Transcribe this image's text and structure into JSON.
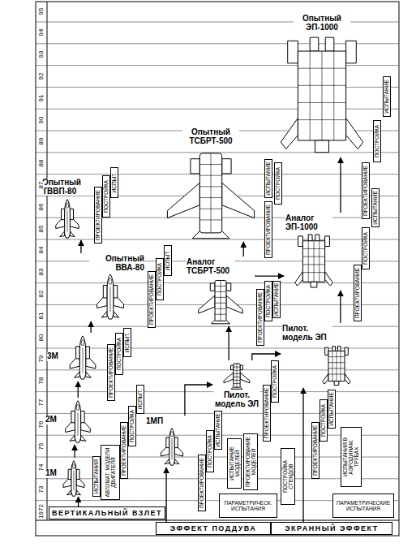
{
  "diagram": {
    "nodes": [
      {
        "text": [
          "Опытный ЭП-1000"
        ]
      },
      {
        "text": [
          "Опытный ТСБРТ-500"
        ]
      },
      {
        "text": [
          "Опытный ТВВП-80"
        ]
      },
      {
        "text": [
          "Аналог ЭП-1000"
        ]
      },
      {
        "text": [
          "Опытный ВВА-80"
        ]
      },
      {
        "text": [
          "Аналог ТСБРТ-500"
        ]
      },
      {
        "text": [
          "Пилот. модель ЭП"
        ]
      },
      {
        "text": [
          "3М"
        ]
      },
      {
        "text": [
          "Пилот. модель ЭЛ"
        ]
      },
      {
        "text": [
          "2М"
        ]
      },
      {
        "text": [
          "1МП"
        ]
      },
      {
        "text": [
          "1М"
        ]
      },
      {
        "text": [
          "ИСПЫТАНИЕ"
        ]
      },
      {
        "text": [
          "ПОСТРОЙКА"
        ]
      },
      {
        "text": [
          "ПРОЕКТИРОВАНИЕ"
        ]
      },
      {
        "text": [
          "ИСПЫТАНИЕ"
        ]
      },
      {
        "text": [
          "ПОСТРОЙКА"
        ]
      },
      {
        "text": [
          "ПРОЕКТИРОВАНИЕ"
        ]
      },
      {
        "text": [
          "ИСПЫТ."
        ]
      },
      {
        "text": [
          "ПОСТРОЙКА"
        ]
      },
      {
        "text": [
          "ПРОЕКТИРОВАНИЕ"
        ]
      },
      {
        "text": [
          "ИСПЫТАНИЕ"
        ]
      },
      {
        "text": [
          "ПОСТРОЙКА"
        ]
      },
      {
        "text": [
          "ПРОЕКТИРОВАНИЕ"
        ]
      },
      {
        "text": [
          "ИСПЫТ."
        ]
      },
      {
        "text": [
          "ПОСТРОЙКА"
        ]
      },
      {
        "text": [
          "ПРОЕКТИРОВАНИЕ"
        ]
      },
      {
        "text": [
          "ИСПЫТАНИЕ"
        ]
      },
      {
        "text": [
          "ПОСТРОЙКА"
        ]
      },
      {
        "text": [
          "ПРОЕКТИРОВАНИЕ"
        ]
      },
      {
        "text": [
          "ИСПЫТ."
        ]
      },
      {
        "text": [
          "ПОСТРОЙКА"
        ]
      },
      {
        "text": [
          "ПРОЕКТИРОВАНИЕ"
        ]
      },
      {
        "text": [
          "ПОСТРОЙКА"
        ]
      },
      {
        "text": [
          "ПРОЕКТИРОВАНИЕ"
        ]
      },
      {
        "text": [
          "ИСПЫТ."
        ]
      },
      {
        "text": [
          "ПОСТРОЙКА"
        ]
      },
      {
        "text": [
          "ПРОЕКТИРОВАНИЕ"
        ]
      },
      {
        "text": [
          "ИСПЫТАНИЕ"
        ]
      },
      {
        "text": [
          "ПОСТРОЙКА"
        ]
      },
      {
        "text": [
          "ПРОЕКТИРОВАНИЕ"
        ]
      },
      {
        "text": [
          "ИСПЫТАНИЕ"
        ]
      },
      {
        "text": [
          "ПОСТРОЙКА"
        ]
      },
      {
        "text": [
          "ПРОЕКТИРОВАНИЕ"
        ]
      },
      {
        "text": [
          "АВТОМАТ. МОДЕЛИ ДВИГАТЕЛЯ"
        ]
      },
      {
        "text": [
          "ИСПЫТАНИЯ"
        ]
      },
      {
        "text": [
          "ИСПЫТАНИЕ МОДЕЛЕЙ"
        ]
      },
      {
        "text": [
          "ПРОЕКТИРОВАНИЕ МОДЕЛЕЙ"
        ]
      },
      {
        "text": [
          "ПОСТРОЙКА СТЕНДОВ"
        ]
      },
      {
        "text": [
          "ИСПЫТАНИЯ В АЭРОДИНАМ. ТРУБАХ"
        ]
      },
      {
        "text": [
          "ПАРАМЕТРИЧЕСК. ИСПЫТАНИЯ"
        ]
      },
      {
        "text": [
          "ПАРАМЕТРИЧЕСКИЕ ИСПЫТАНИЯ"
        ]
      },
      {
        "text": [
          "ВЕРТИКАЛЬНЫЙ ВЗЛЕТ"
        ]
      },
      {
        "text": [
          "ЭФФЕКТ ПОДДУВА"
        ]
      },
      {
        "text": [
          "ЭКРАННЫЙ ЭФФЕКТ"
        ]
      }
    ],
    "edges": [
      {
        "from": 52,
        "to": 11,
        "arrow": "to"
      },
      {
        "from": 11,
        "to": 9,
        "arrow": "to"
      },
      {
        "from": 9,
        "to": 7,
        "arrow": "to"
      },
      {
        "from": 7,
        "to": 4,
        "arrow": "to"
      },
      {
        "from": 4,
        "to": 2,
        "arrow": "to"
      },
      {
        "from": 53,
        "to": 10,
        "arrow": "to"
      },
      {
        "from": 10,
        "to": 8,
        "arrow": "to"
      },
      {
        "from": 8,
        "to": 5,
        "arrow": "to"
      },
      {
        "from": 5,
        "to": 1,
        "arrow": "to"
      },
      {
        "from": 8,
        "to": 6,
        "arrow": "to"
      },
      {
        "from": 54,
        "to": 6,
        "arrow": "to"
      },
      {
        "from": 6,
        "to": 3,
        "arrow": "to"
      },
      {
        "from": 3,
        "to": 0,
        "arrow": "to"
      },
      {
        "from": 5,
        "to": 3,
        "arrow": "to"
      }
    ],
    "labels": [
      "1972",
      "73",
      "74",
      "75",
      "76",
      "77",
      "78",
      "79",
      "80",
      "81",
      "82",
      "83",
      "84",
      "85",
      "86",
      "87",
      "88",
      "89",
      "90",
      "91",
      "92",
      "93",
      "94",
      "95"
    ]
  }
}
